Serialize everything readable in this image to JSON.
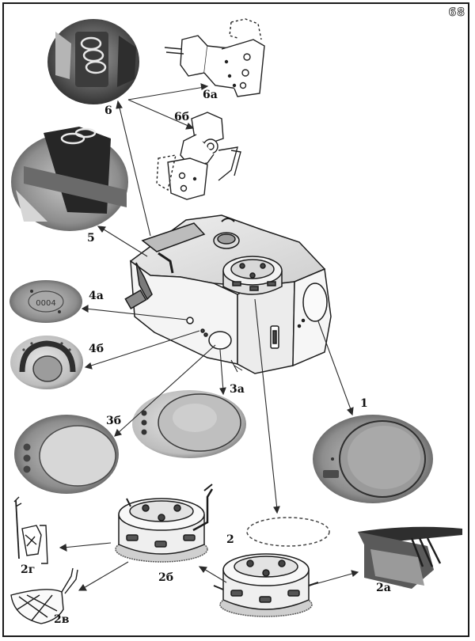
{
  "page_number": "68",
  "labels": {
    "l6": "6",
    "l6a": "6а",
    "l6b": "6б",
    "l5": "5",
    "l4a": "4а",
    "l4b": "4б",
    "l3a": "3а",
    "l3b": "3б",
    "l1": "1",
    "l2": "2",
    "l2a": "2а",
    "l2b": "2б",
    "l2v": "2в",
    "l2g": "2г"
  }
}
